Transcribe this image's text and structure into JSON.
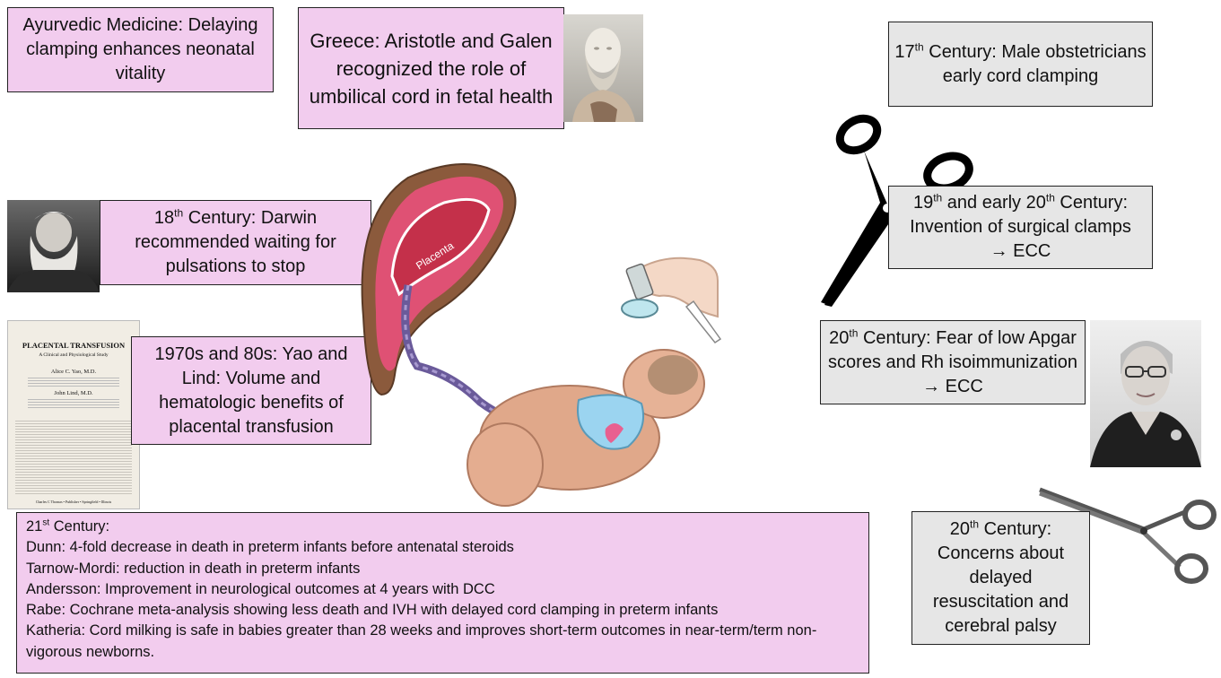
{
  "boxes": {
    "ayurvedic": {
      "text": "Ayurvedic Medicine: Delaying clamping enhances neonatal vitality"
    },
    "greece": {
      "text": "Greece: Aristotle and Galen recognized the role of umbilical cord in fetal health"
    },
    "c17": {
      "ordinal": "17",
      "suffix": "th",
      "text": " Century: Male obstetricians early cord clamping"
    },
    "c18": {
      "ordinal": "18",
      "suffix": "th",
      "text": " Century: Darwin recommended waiting for pulsations to stop"
    },
    "c19": {
      "ordinal_a": "19",
      "suffix_a": "th",
      "mid": " and early 20",
      "suffix_b": "th",
      "text": " Century: Invention of surgical clamps",
      "line2": "→ ECC"
    },
    "yao": {
      "text": "1970s and 80s: Yao and Lind: Volume and hematologic benefits of placental transfusion"
    },
    "c20a": {
      "ordinal": "20",
      "suffix": "th",
      "text": " Century: Fear of low Apgar scores and Rh isoimmunization → ECC"
    },
    "c20b": {
      "ordinal": "20",
      "suffix": "th",
      "text": " Century: Concerns about delayed resuscitation and cerebral palsy"
    },
    "c21": {
      "ordinal": "21",
      "suffix": "st",
      "heading": " Century:",
      "lines": [
        "Dunn: 4-fold decrease in death in preterm infants before antenatal steroids",
        "Tarnow-Mordi: reduction in death in preterm infants",
        "Andersson: Improvement in neurological outcomes at 4 years with DCC",
        "Rabe: Cochrane meta-analysis showing less death and IVH with delayed cord clamping in preterm infants",
        "Katheria: Cord milking is safe in babies greater than 28 weeks and improves short-term outcomes in near-term/term non-vigorous newborns."
      ]
    }
  },
  "book": {
    "title": "PLACENTAL TRANSFUSION",
    "subtitle": "A Clinical and Physiological Study",
    "author1": "Alice C. Yao, M.D.",
    "author2": "John Lind, M.D.",
    "publisher": "Charles C Thomas • Publisher • Springfield • Illinois"
  },
  "illustration": {
    "placenta_label": "Placenta",
    "colors": {
      "uterus": "#8b5a3c",
      "tissue": "#e8507a",
      "vein": "#6a5a9a",
      "skin": "#e0a88a",
      "lung": "#9bd4f0"
    }
  },
  "icons": [
    "aristotle-bust-photo",
    "darwin-portrait-photo",
    "apgar-portrait-photo",
    "scissors-icon",
    "hemostat-clamp-icon",
    "resuscitation-mask-icon"
  ]
}
